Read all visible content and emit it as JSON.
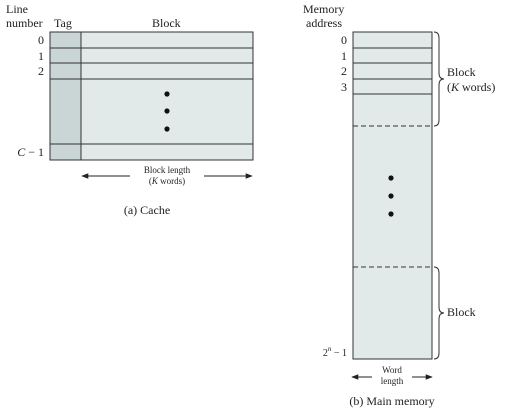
{
  "cache": {
    "header_line1": "Line",
    "header_line2": "number",
    "header_tag": "Tag",
    "header_block": "Block",
    "line_labels": [
      "0",
      "1",
      "2"
    ],
    "last_line_var": "C",
    "last_line_suffix": " − 1",
    "block_length_line1": "Block length",
    "block_length_line2_open": "(",
    "block_length_line2_var": "K",
    "block_length_line2_close": " words)",
    "caption": "(a) Cache"
  },
  "memory": {
    "header_line1": "Memory",
    "header_line2": "address",
    "address_labels": [
      "0",
      "1",
      "2",
      "3"
    ],
    "last_address_base": "2",
    "last_address_exp": "n",
    "last_address_suffix": " − 1",
    "block_label": "Block",
    "block_words_open": "(",
    "block_words_var": "K",
    "block_words_close": " words)",
    "block_label_2": "Block",
    "word_length_line1": "Word",
    "word_length_line2": "length",
    "caption": "(b) Main memory"
  },
  "colors": {
    "tag_fill": "#cad6d6",
    "block_fill": "#e2e9e9",
    "stroke": "#333333"
  }
}
